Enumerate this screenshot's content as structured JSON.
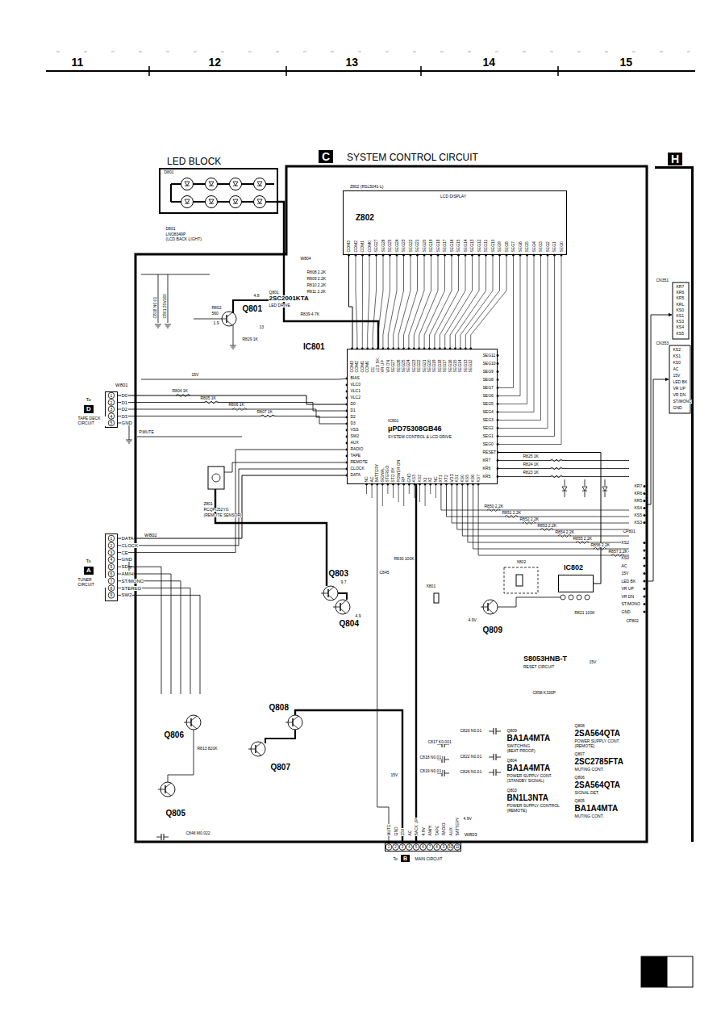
{
  "diagram": {
    "nodes": [
      {
        "text": [
          "C",
          "SYSTEM CONTROL CIRCUIT"
        ]
      },
      {
        "text": [
          "LED BLOCK"
        ]
      },
      {
        "text": [
          "H"
        ]
      },
      {
        "text": [
          "Z802 (RSL5041-L)",
          "LCD DISPLAY",
          "Z802"
        ],
        "in": 0
      },
      {
        "text": [
          "IC801",
          "IC801",
          "μPD75308GB46",
          "SYSTEM CONTROL & LCD DRIVE"
        ],
        "in": 0
      },
      {
        "text": [
          "IC802",
          "S8053HNB-T",
          "RESET CIRCUIT"
        ],
        "in": 0
      },
      {
        "text": [
          "W801"
        ]
      },
      {
        "text": [
          "W802"
        ]
      },
      {
        "text": [
          "W803"
        ]
      }
    ],
    "edges": [
      {
        "from": 6,
        "to": 4,
        "arrow": "none"
      },
      {
        "from": 7,
        "to": 4,
        "arrow": "none"
      },
      {
        "from": 4,
        "to": 3,
        "arrow": "none"
      },
      {
        "from": 5,
        "to": 4,
        "arrow": "none"
      },
      {
        "from": 8,
        "to": 4,
        "arrow": "none"
      },
      {
        "from": 1,
        "to": 4,
        "arrow": "none"
      }
    ],
    "labels": [
      "11",
      "12",
      "13",
      "14",
      "15",
      "D801",
      "D801",
      "LNO8349P",
      "(LCD BACK LIGHT)",
      "W804",
      "Q801",
      "Q801",
      "2SC2001KTA",
      "LED DRIVE",
      "4.8",
      "1.9",
      "13",
      "R839 4.7K",
      "R802",
      "560",
      "R829 1K",
      "C818 N0.01",
      "C801 25V100",
      "COM3",
      "COM2",
      "COM1",
      "COM0",
      "SEG27",
      "SEG26",
      "SEG25",
      "SEG24",
      "SEG23",
      "SEG22",
      "SEG21",
      "SEG20",
      "SEG19",
      "SEG18",
      "SEG17",
      "SEG16",
      "SEG15",
      "SEG14",
      "SEG13",
      "SEG12",
      "SEG11",
      "SEG10",
      "SEG9",
      "SEG8",
      "SEG7",
      "SEG6",
      "SEG5",
      "SEG4",
      "SEG3",
      "SEG2",
      "SEG1",
      "SEG0",
      "R808 2.2K",
      "R809 2.2K",
      "R810 2.2K",
      "R811 2.2K",
      "COM3",
      "COM2",
      "COM1",
      "COM0",
      "CE",
      "LED BK",
      "VR UP",
      "VR DN",
      "SEG27",
      "SEG26",
      "SEG25",
      "SEG24",
      "SEG23",
      "SEG22",
      "SEG21",
      "SEG20",
      "SEG19",
      "SEG18",
      "SEG17",
      "SEG16",
      "SEG15",
      "SEG14",
      "SEG13",
      "SEG12",
      "SEG11",
      "SEG10",
      "SEG9",
      "SEG8",
      "SEG7",
      "SEG6",
      "SEG5",
      "SEG4",
      "SEG3",
      "SEG2",
      "SEG1",
      "SEG0",
      "RESET",
      "KR7",
      "KR6",
      "KR5",
      "BIAS",
      "VLC0",
      "VLC1",
      "VLC2",
      "D0",
      "D1",
      "D2",
      "D3",
      "VSS",
      "SW2",
      "AUX",
      "RADIO",
      "TAPE",
      "REMOTE",
      "CLOCK",
      "DATA",
      "NC",
      "AC",
      "BATTERY",
      "SIGNAL",
      "STEREO",
      "STD BY",
      "POWER ON",
      "RP",
      "GND",
      "KS3",
      "KS2",
      "X1",
      "X2",
      "NC",
      "XT1",
      "XT2",
      "VDD",
      "KS1",
      "KS0",
      "KS5",
      "KS6",
      "KS7",
      "R804 1K",
      "R805 1K",
      "R806 1K",
      "R807 1K",
      "15V",
      "P.MUTE",
      "D0",
      "D1",
      "D2",
      "D3",
      "GND",
      "1",
      "2",
      "3",
      "4",
      "5",
      "To",
      "D",
      "TAPE DECK CIRCUIT",
      "DATA",
      "CLOCK",
      "CE",
      "GND",
      "SD",
      "AM/H",
      "ST/MONO",
      "STEREO",
      "SW2",
      "1",
      "2",
      "3",
      "4",
      "5",
      "6",
      "7",
      "8",
      "9",
      "To",
      "A",
      "TUNER CIRCUIT",
      "Z801",
      "RCQPIJ52YG",
      "(REMOTE SENSOR)",
      "KR7",
      "KR6",
      "KR5",
      "KS4",
      "KS5",
      "KS3",
      "CP801",
      "KS2",
      "KS1",
      "KS0",
      "AC",
      "15V",
      "LED BK",
      "VR UP",
      "VR DN",
      "ST/MONO",
      "GND",
      "CP802",
      "CN351",
      "KR7",
      "KR6",
      "KR5",
      "KRL",
      "KS0",
      "KS1",
      "KS3",
      "KS4",
      "KS5",
      "CN353",
      "KS2",
      "KS1",
      "KS0",
      "AC",
      "15V",
      "LED BK",
      "VR UP",
      "VR DN",
      "ST/MONO",
      "GND",
      "R825 1K",
      "R824 1K",
      "R823 1K",
      "R850 2.2K",
      "R851 2.2K",
      "R852 2.2K",
      "R853 2.2K",
      "R854 2.2K",
      "R855 2.2K",
      "R856 2.2K",
      "R857 2.2K",
      "Q803",
      "Q804",
      "R830 100K",
      "C845",
      "9.7",
      "4.9",
      "X802",
      "X801",
      "4.9V",
      "R821 100K",
      "C858 K330P",
      "15V",
      "Q809",
      "Q808",
      "Q806",
      "Q805",
      "Q807",
      "C846 M0.022",
      "R813 820K",
      "C820 N0.01",
      "C822 N0.01",
      "C826 N0.01",
      "C817 K0.001",
      "C818 N0.01",
      "C819 N0.01",
      "15V",
      "4.9V",
      "Q809",
      "BA1A4MTA",
      "SWITCHING",
      "(BEAT PROOF)",
      "Q804",
      "BA1A4MTA",
      "POWER SUPPLY CONT.",
      "(STANDBY SIGNAL)",
      "Q803",
      "BN1L3NTA",
      "POWER SUPPLY CONTROL",
      "(REMOTE)",
      "Q808",
      "2SA564QTA",
      "POWER SUPPLY CONT.",
      "(REMOTE)",
      "Q807",
      "2SC2785FTA",
      "MUTING CONT.",
      "Q806",
      "2SA564QTA",
      "SIGNAL DET.",
      "Q805",
      "BA1A4MTA",
      "MUTING CONT.",
      "MUTE",
      "GND",
      "15V",
      "AC",
      "BACK UP",
      "4.9V",
      "AM/H",
      "TAPE",
      "RADIO",
      "AUX",
      "BATTERY",
      "1",
      "2",
      "3",
      "4",
      "5",
      "6",
      "7",
      "8",
      "9",
      "10",
      "11",
      "To",
      "B",
      "MAIN CIRCUIT"
    ]
  }
}
